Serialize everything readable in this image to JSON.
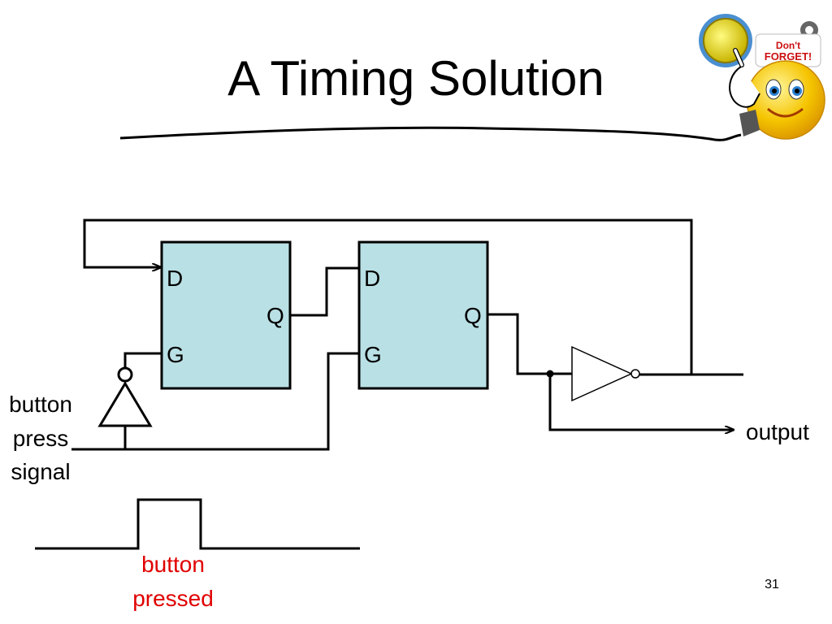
{
  "slide": {
    "title": "A Timing Solution",
    "page_number": "31"
  },
  "reminder_graphic": {
    "icon": "dont-forget-smiley-icon",
    "sign_text": "Don't FORGET!"
  },
  "circuit": {
    "latch1": {
      "d_label": "D",
      "q_label": "Q",
      "g_label": "G"
    },
    "latch2": {
      "d_label": "D",
      "q_label": "Q",
      "g_label": "G"
    },
    "input_label": [
      "button",
      "press",
      "signal"
    ],
    "output_label": "output",
    "colors": {
      "latch_fill": "#b9e0e5",
      "wire": "#000000"
    }
  },
  "waveform": {
    "label": [
      "button",
      "pressed"
    ],
    "label_color": "#e00000"
  }
}
